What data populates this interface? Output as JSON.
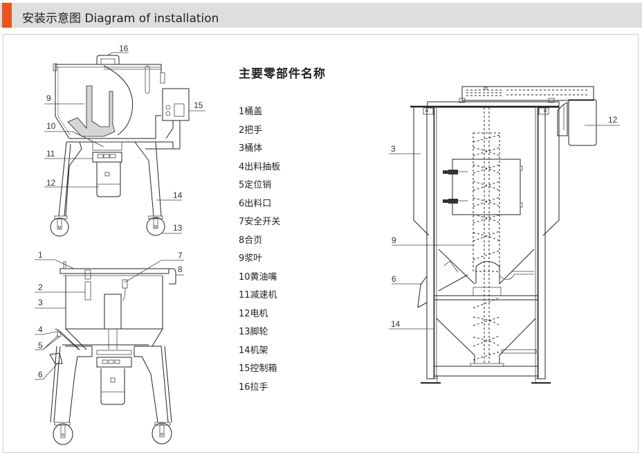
{
  "header": {
    "title": "安装示意图 Diagram of installation",
    "accent_color": "#e8541c",
    "background_color": "#dedede"
  },
  "parts_list": {
    "title": "主要零部件名称",
    "items": [
      {
        "num": "1",
        "name": "桶盖"
      },
      {
        "num": "2",
        "name": "把手"
      },
      {
        "num": "3",
        "name": "桶体"
      },
      {
        "num": "4",
        "name": "出料抽板"
      },
      {
        "num": "5",
        "name": "定位销"
      },
      {
        "num": "6",
        "name": "出料口"
      },
      {
        "num": "7",
        "name": "安全开关"
      },
      {
        "num": "8",
        "name": "合页"
      },
      {
        "num": "9",
        "name": "浆叶"
      },
      {
        "num": "10",
        "name": "黄油嘴"
      },
      {
        "num": "11",
        "name": "减速机"
      },
      {
        "num": "12",
        "name": "电机"
      },
      {
        "num": "13",
        "name": "脚轮"
      },
      {
        "num": "14",
        "name": "机架"
      },
      {
        "num": "15",
        "name": "控制箱"
      },
      {
        "num": "16",
        "name": "拉手"
      }
    ]
  },
  "diagrams": {
    "top_left_labels": [
      "16",
      "9",
      "15",
      "10",
      "11",
      "12",
      "14",
      "13"
    ],
    "bottom_left_labels": [
      "1",
      "7",
      "8",
      "2",
      "3",
      "4",
      "5",
      "6"
    ],
    "right_labels": [
      "12",
      "3",
      "9",
      "6",
      "14"
    ]
  }
}
